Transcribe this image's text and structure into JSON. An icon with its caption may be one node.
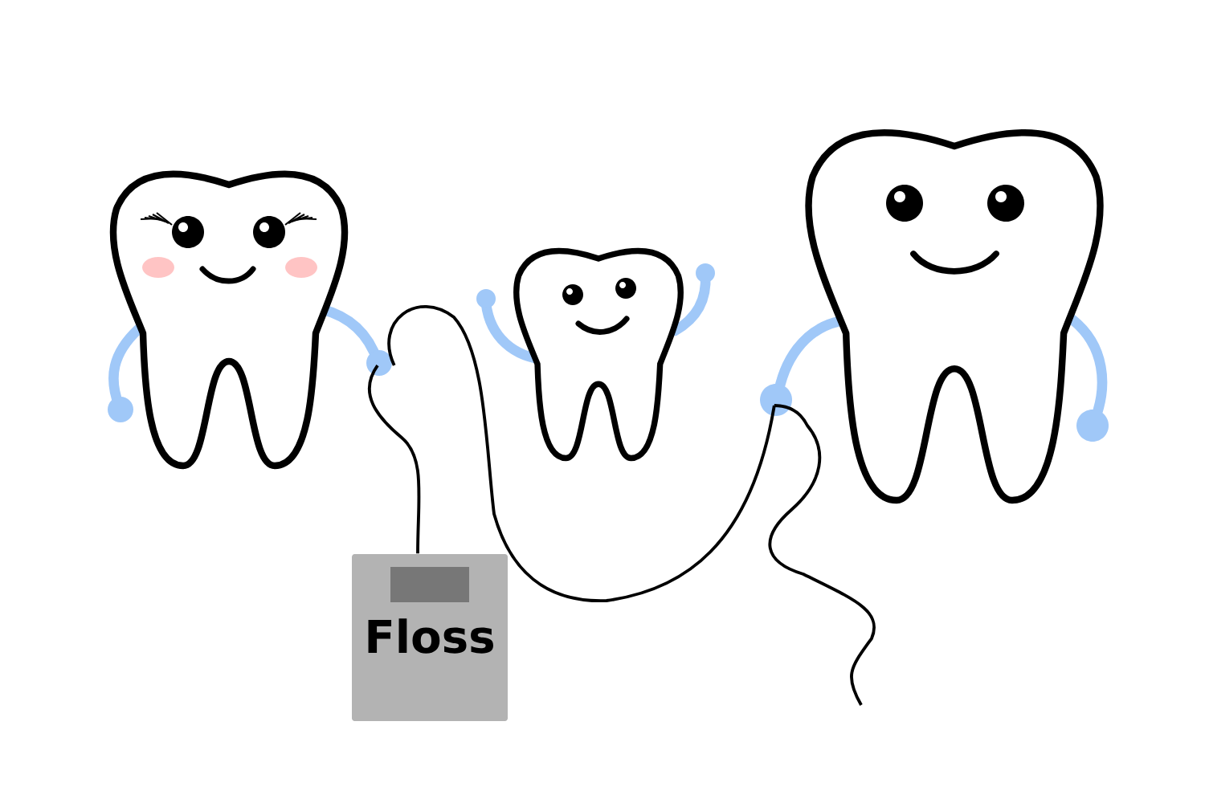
{
  "diagram": {
    "nodes": [
      {
        "text": [],
        "shape": "picture"
      },
      {
        "text": [],
        "shape": "picture"
      },
      {
        "text": [],
        "shape": "picture"
      },
      {
        "text": [
          "Floss"
        ]
      }
    ],
    "edges": [
      {
        "from": 3,
        "to": 0,
        "arrow": "none"
      },
      {
        "from": 0,
        "to": 2,
        "arrow": "none"
      },
      {
        "from": 2,
        "to": null,
        "arrow": "none"
      }
    ]
  }
}
